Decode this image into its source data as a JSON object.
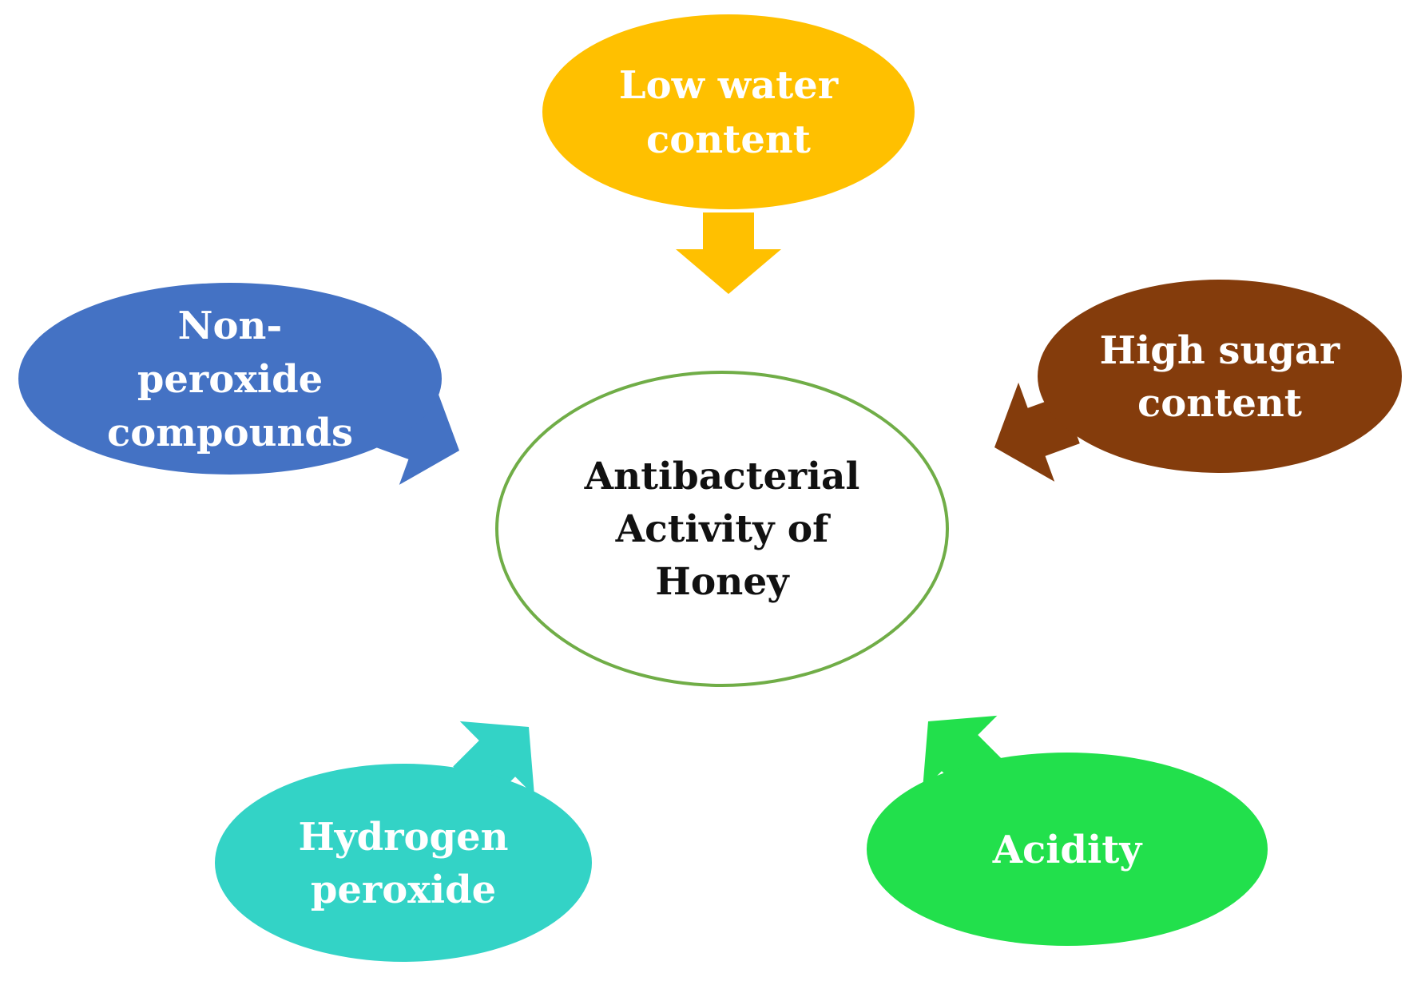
{
  "center": {
    "lines": [
      "Antibacterial",
      "Activity of",
      "Honey"
    ],
    "text_color": "#111111",
    "border_color": "#70ad47",
    "fill": "#ffffff"
  },
  "factors": [
    {
      "id": "low-water-content",
      "lines": [
        "Low water",
        "content"
      ],
      "color": "#ffc000"
    },
    {
      "id": "high-sugar-content",
      "lines": [
        "High sugar",
        "content"
      ],
      "color": "#843c0c"
    },
    {
      "id": "acidity",
      "lines": [
        "Acidity"
      ],
      "color": "#22e04c"
    },
    {
      "id": "hydrogen-peroxide",
      "lines": [
        "Hydrogen",
        "peroxide"
      ],
      "color": "#33d3c6"
    },
    {
      "id": "non-peroxide-compounds",
      "lines": [
        "Non-",
        "peroxide",
        "compounds"
      ],
      "color": "#4472c4"
    }
  ],
  "label_text_color": "#ffffff"
}
